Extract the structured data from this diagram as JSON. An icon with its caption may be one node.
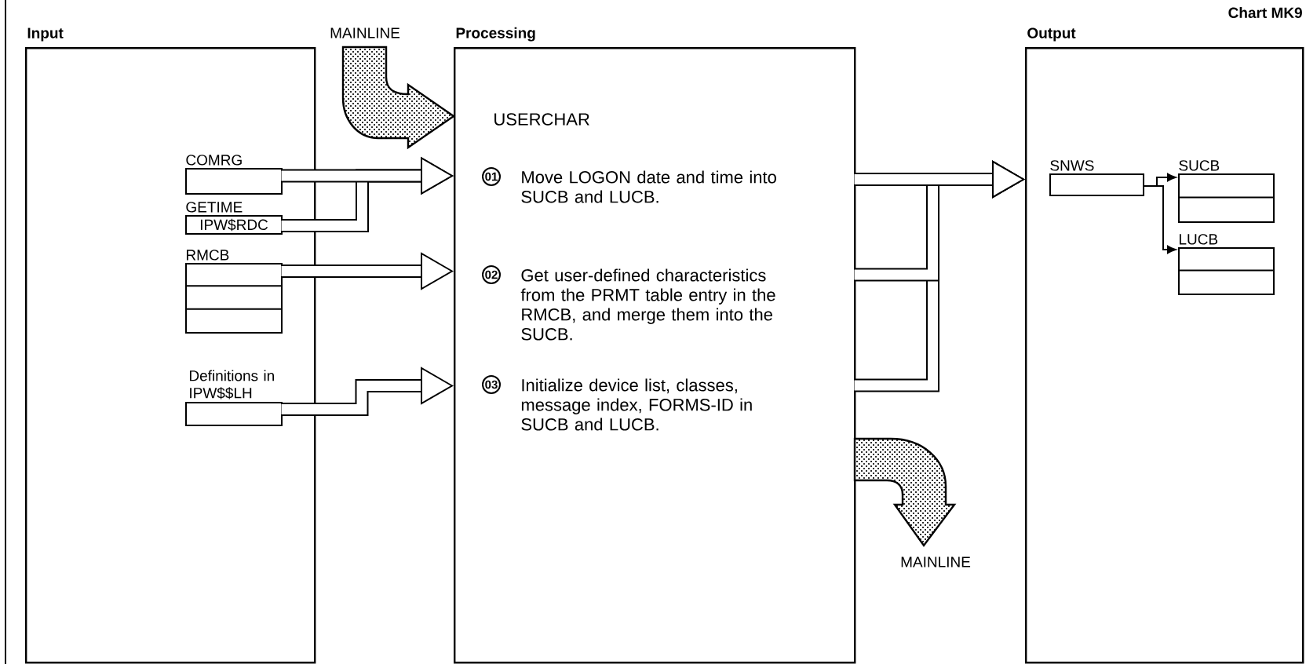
{
  "diagram": {
    "nodes": [
      {
        "text": [
          "Input"
        ]
      },
      {
        "text": [
          "COMRG"
        ],
        "in": 0
      },
      {
        "text": [
          "GETIME",
          "IPW$RDC"
        ],
        "in": 0
      },
      {
        "text": [
          "RMCB"
        ],
        "in": 0
      },
      {
        "text": [
          "Definitions in IPW$$LH"
        ],
        "in": 0
      },
      {
        "text": [
          "MAINLINE"
        ]
      },
      {
        "text": [
          "Processing"
        ]
      },
      {
        "text": [
          "01",
          "Move LOGON date and time into SUCB and LUCB."
        ],
        "in": 6
      },
      {
        "text": [
          "02",
          "Get user-defined characteristics from the PRMT table entry in the RMCB, and merge them into the SUCB."
        ],
        "in": 6
      },
      {
        "text": [
          "03",
          "Initialize device list, classes, message index, FORMS-ID in SUCB and LUCB."
        ],
        "in": 6
      },
      {
        "text": [
          "MAINLINE"
        ]
      },
      {
        "text": [
          "Output"
        ]
      },
      {
        "text": [
          "SNWS"
        ],
        "in": 11
      },
      {
        "text": [
          "SUCB"
        ],
        "in": 11
      },
      {
        "text": [
          "LUCB"
        ],
        "in": 11
      }
    ],
    "edges": [
      {
        "from": 1,
        "to": 6,
        "arrow": "to"
      },
      {
        "from": 2,
        "to": 6,
        "arrow": "to"
      },
      {
        "from": 3,
        "to": 6,
        "arrow": "to"
      },
      {
        "from": 4,
        "to": 6,
        "arrow": "to"
      },
      {
        "from": 6,
        "to": 11,
        "arrow": "to"
      },
      {
        "from": 6,
        "to": 11,
        "arrow": "to"
      },
      {
        "from": 6,
        "to": 11,
        "arrow": "to"
      },
      {
        "from": 5,
        "to": 6,
        "arrow": "to"
      },
      {
        "from": 6,
        "to": 10,
        "arrow": "to"
      },
      {
        "from": 12,
        "to": 13,
        "arrow": "to"
      },
      {
        "from": 12,
        "to": 14,
        "arrow": "to"
      }
    ],
    "labels": [
      "Chart MK9",
      "USERCHAR"
    ]
  }
}
